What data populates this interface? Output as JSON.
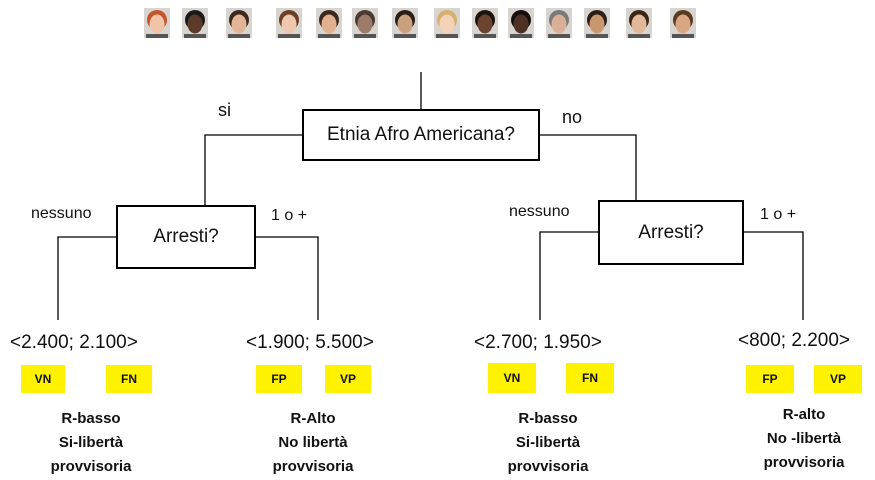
{
  "faces": [
    {
      "name": "face-1",
      "skin": "#f1c3a8",
      "hair": "#c5542b"
    },
    {
      "name": "face-2",
      "skin": "#5b3a29",
      "hair": "#1a1a1a"
    },
    {
      "name": "face-3",
      "skin": "#e1b596",
      "hair": "#3b2a20"
    },
    {
      "name": "face-4",
      "skin": "#eec7ae",
      "hair": "#6b3e26"
    },
    {
      "name": "face-5",
      "skin": "#e0b08f",
      "hair": "#3a2a1d"
    },
    {
      "name": "face-6",
      "skin": "#9c7b6a",
      "hair": "#4a3a33"
    },
    {
      "name": "face-7",
      "skin": "#caa07e",
      "hair": "#2a1e17"
    },
    {
      "name": "face-8",
      "skin": "#f3d2b7",
      "hair": "#d6b070"
    },
    {
      "name": "face-9",
      "skin": "#6b4430",
      "hair": "#1c1410"
    },
    {
      "name": "face-10",
      "skin": "#4d3125",
      "hair": "#141010"
    },
    {
      "name": "face-11",
      "skin": "#d9b097",
      "hair": "#7a7a7a"
    },
    {
      "name": "face-12",
      "skin": "#c8976f",
      "hair": "#2c1f17"
    },
    {
      "name": "face-13",
      "skin": "#e2b89a",
      "hair": "#3a2618"
    },
    {
      "name": "face-14",
      "skin": "#d8a680",
      "hair": "#5a3a22"
    }
  ],
  "tree": {
    "root_question": "Etnia Afro Americana?",
    "root_yes": "si",
    "root_no": "no",
    "left": {
      "question": "Arresti?",
      "edge_left": "nessuno",
      "edge_right": "1 o +"
    },
    "right": {
      "question": "Arresti?",
      "edge_left": "nessuno",
      "edge_right": "1 o +"
    }
  },
  "leaves": [
    {
      "counts": "<2.400; 2.100>",
      "badge1": "VN",
      "badge2": "FN",
      "line1": "R-basso",
      "line2": "Si-libertà",
      "line3": "provvisoria"
    },
    {
      "counts": "<1.900; 5.500>",
      "badge1": "FP",
      "badge2": "VP",
      "line1": "R-Alto",
      "line2": "No libertà",
      "line3": "provvisoria"
    },
    {
      "counts": "<2.700; 1.950>",
      "badge1": "VN",
      "badge2": "FN",
      "line1": "R-basso",
      "line2": "Si-libertà",
      "line3": "provvisoria"
    },
    {
      "counts": "<800; 2.200>",
      "badge1": "FP",
      "badge2": "VP",
      "line1": "R-alto",
      "line2": "No -libertà",
      "line3": "provvisoria"
    }
  ],
  "colors": {
    "badge": "#fff200",
    "line": "#000000"
  }
}
